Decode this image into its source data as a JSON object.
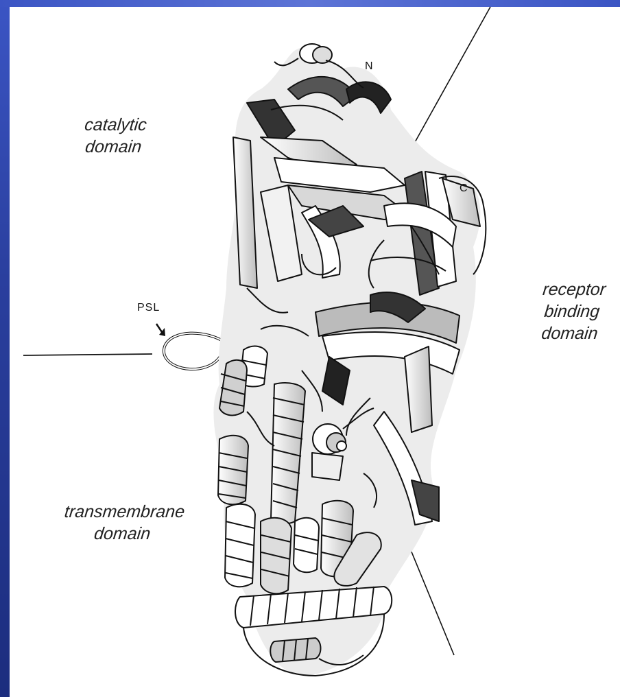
{
  "diagram": {
    "labels": {
      "catalytic": [
        "catalytic",
        "domain"
      ],
      "receptor": [
        "receptor",
        "binding",
        "domain"
      ],
      "transmembrane": [
        "transmembrane",
        "domain"
      ],
      "psl": "PSL",
      "n_terminus": "N",
      "c_terminus": "C"
    }
  },
  "colors": {
    "background": "#2a3f9e",
    "panel": "#ffffff",
    "ink": "#111111"
  }
}
